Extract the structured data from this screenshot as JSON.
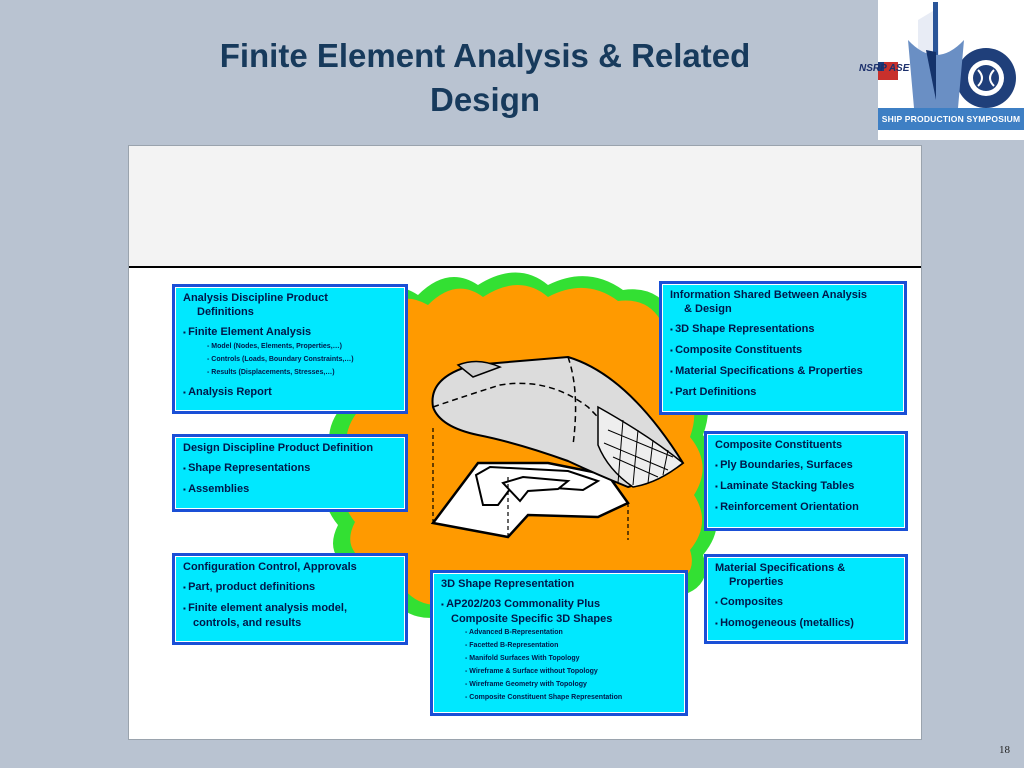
{
  "slide": {
    "title_line1": "Finite Element Analysis & Related",
    "title_line2": "Design",
    "page_number": "18"
  },
  "logo": {
    "nsrp_text": "NSRP ASE",
    "symposium_text": "SHIP PRODUCTION SYMPOSIUM"
  },
  "boxes": {
    "analysis": {
      "header1": "Analysis Discipline Product",
      "header2": "Definitions",
      "item1": "Finite Element Analysis",
      "sub1": "Model (Nodes, Elements, Properties,…)",
      "sub2": "Controls (Loads, Boundary Constraints,…)",
      "sub3": "Results (Displacements, Stresses,…)",
      "item2": "Analysis Report"
    },
    "design": {
      "header": "Design Discipline Product Definition",
      "item1": "Shape Representations",
      "item2": "Assemblies"
    },
    "config": {
      "header": "Configuration Control, Approvals",
      "item1": "Part, product definitions",
      "item2_line1": "Finite element analysis model,",
      "item2_line2": "controls, and results"
    },
    "shape3d": {
      "header": "3D Shape Representation",
      "item1_line1": "AP202/203 Commonality Plus",
      "item1_line2": "Composite Specific 3D Shapes",
      "sub1": "Advanced B-Representation",
      "sub2": "Facetted B-Representation",
      "sub3": "Manifold Surfaces With Topology",
      "sub4": "Wireframe & Surface without Topology",
      "sub5": "Wireframe Geometry with Topology",
      "sub6": "Composite Constituent Shape Representation"
    },
    "info": {
      "header1": "Information Shared Between Analysis",
      "header2": "& Design",
      "item1": "3D Shape Representations",
      "item2": "Composite Constituents",
      "item3": "Material Specifications & Properties",
      "item4": "Part Definitions"
    },
    "composite": {
      "header": "Composite Constituents",
      "item1": "Ply Boundaries, Surfaces",
      "item2": "Laminate Stacking Tables",
      "item3": "Reinforcement Orientation"
    },
    "material": {
      "header1": "Material Specifications &",
      "header2": "Properties",
      "item1": "Composites",
      "item2": "Homogeneous (metallics)"
    }
  },
  "colors": {
    "background": "#b9c3d1",
    "title": "#173a5c",
    "box_fill": "#00e8ff",
    "box_border": "#1a4fd6",
    "blob_orange": "#ff9a00",
    "blob_green": "#33e033"
  }
}
